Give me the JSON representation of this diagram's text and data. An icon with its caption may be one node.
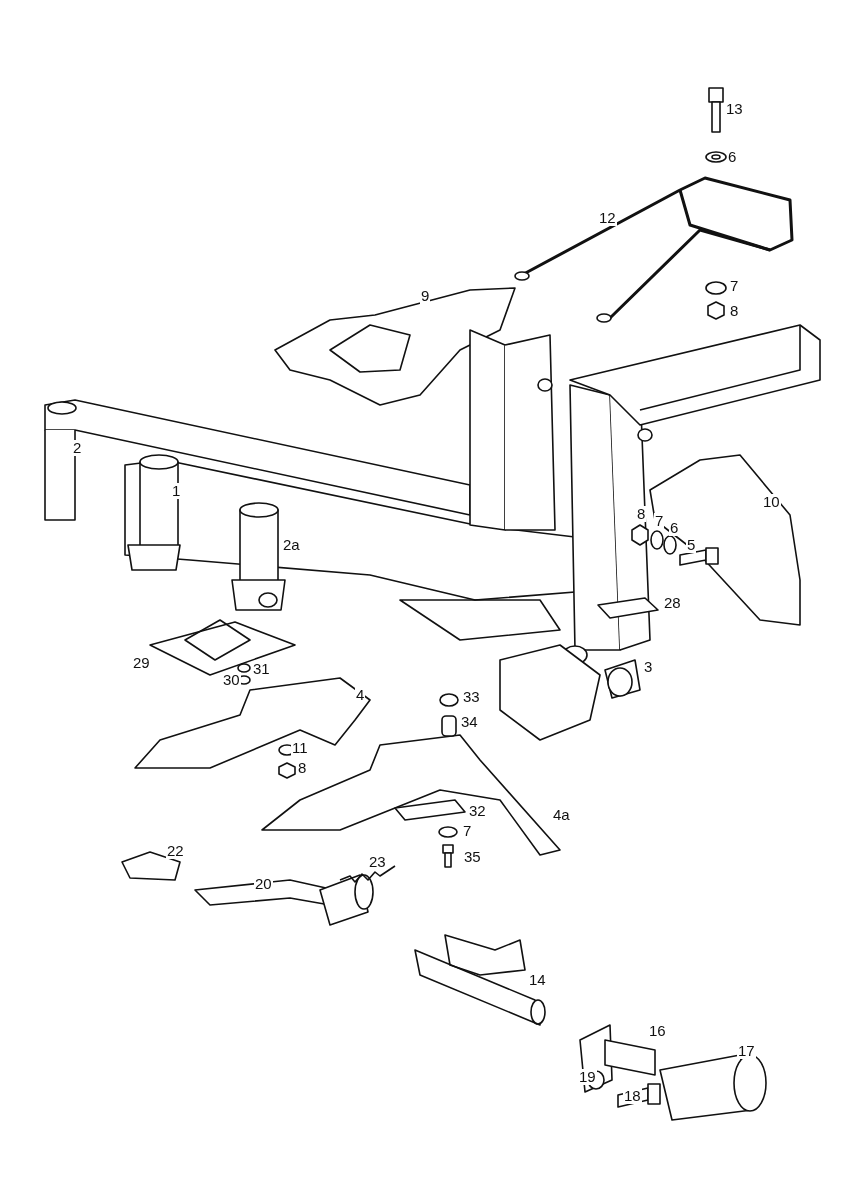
{
  "diagram": {
    "labels": [
      "13",
      "6",
      "12",
      "7",
      "9",
      "8",
      "2",
      "1",
      "10",
      "8",
      "7",
      "6",
      "5",
      "2a",
      "28",
      "29",
      "31",
      "3",
      "30",
      "4",
      "33",
      "34",
      "11",
      "8",
      "32",
      "4a",
      "7",
      "22",
      "35",
      "23",
      "20",
      "14",
      "16",
      "17",
      "19",
      "18"
    ]
  }
}
